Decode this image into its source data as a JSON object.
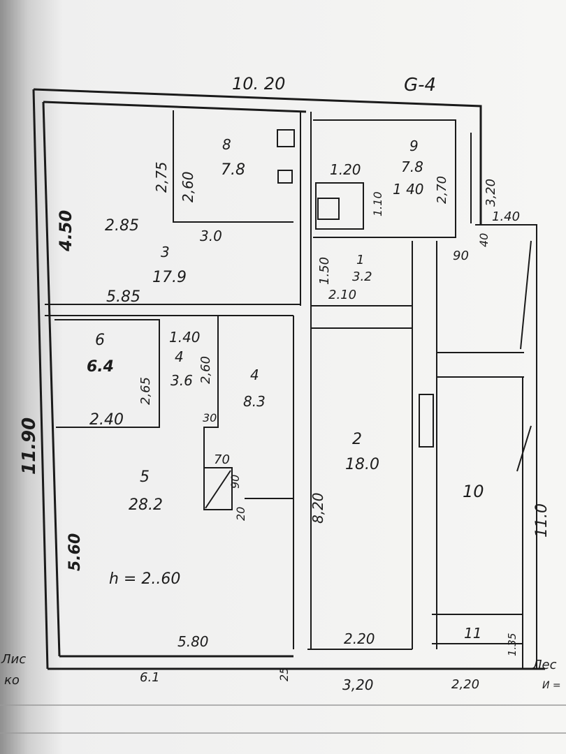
{
  "labels": {
    "top_width": "10. 20",
    "corner_mark": "G-4",
    "r8_num": "8",
    "r8_area": "7.8",
    "r8_dim1": "2,60",
    "r8_dim2": "3.0",
    "r3_dim_a": "2,75",
    "r3_dim_b": "2.85",
    "r3_num": "3",
    "r3_area": "17.9",
    "r3_dim_c": "5.85",
    "left_height_top": "4.50",
    "r9_num": "9",
    "r9_area": "7.8",
    "r9_dim1": "1.20",
    "r9_dim2": "1.10",
    "r9_dim3": "1 40",
    "r9_dim4": "2,70",
    "dim_320": "3,20",
    "dim_140b": "1.40",
    "dim_90": "90",
    "dim_40": "40",
    "r1_num": "1",
    "r1_area": "3.2",
    "r1_dim1": "1.50",
    "r1_dim2": "2.10",
    "r6_num": "6",
    "r6_area": "6.4",
    "r6_dim1": "2,65",
    "r6_dim2": "2.40",
    "r4a_dim": "1.40",
    "r4a_num": "4",
    "r4a_area": "3.6",
    "r4a_dim2": "2,60",
    "r4_num": "4",
    "r4_area": "8.3",
    "r4_dim": "30",
    "r5_num": "5",
    "r5_area": "28.2",
    "ceiling": "h = 2..60",
    "stair_70": "70",
    "stair_90": "90",
    "stair_20": "20",
    "r2_num": "2",
    "r2_area": "18.0",
    "r2_dim": "8,20",
    "r2_width": "2.20",
    "r10_num": "10",
    "r10_len": "11.0",
    "r11_num": "11",
    "r11_dim": "1.35",
    "left_total": "11.90",
    "left_height_bot": "5.60",
    "bottom_r5": "5.80",
    "bottom_left": "6.1",
    "bottom_mid": "3,20",
    "bottom_right": "2,20",
    "bottom_small": "25",
    "margin_note": "Лес",
    "margin_note2": "И =",
    "left_margin_a": "Лис",
    "left_margin_b": "ко"
  },
  "colors": {
    "ink": "#1c1c1c",
    "paper": "#f6f6f4"
  }
}
